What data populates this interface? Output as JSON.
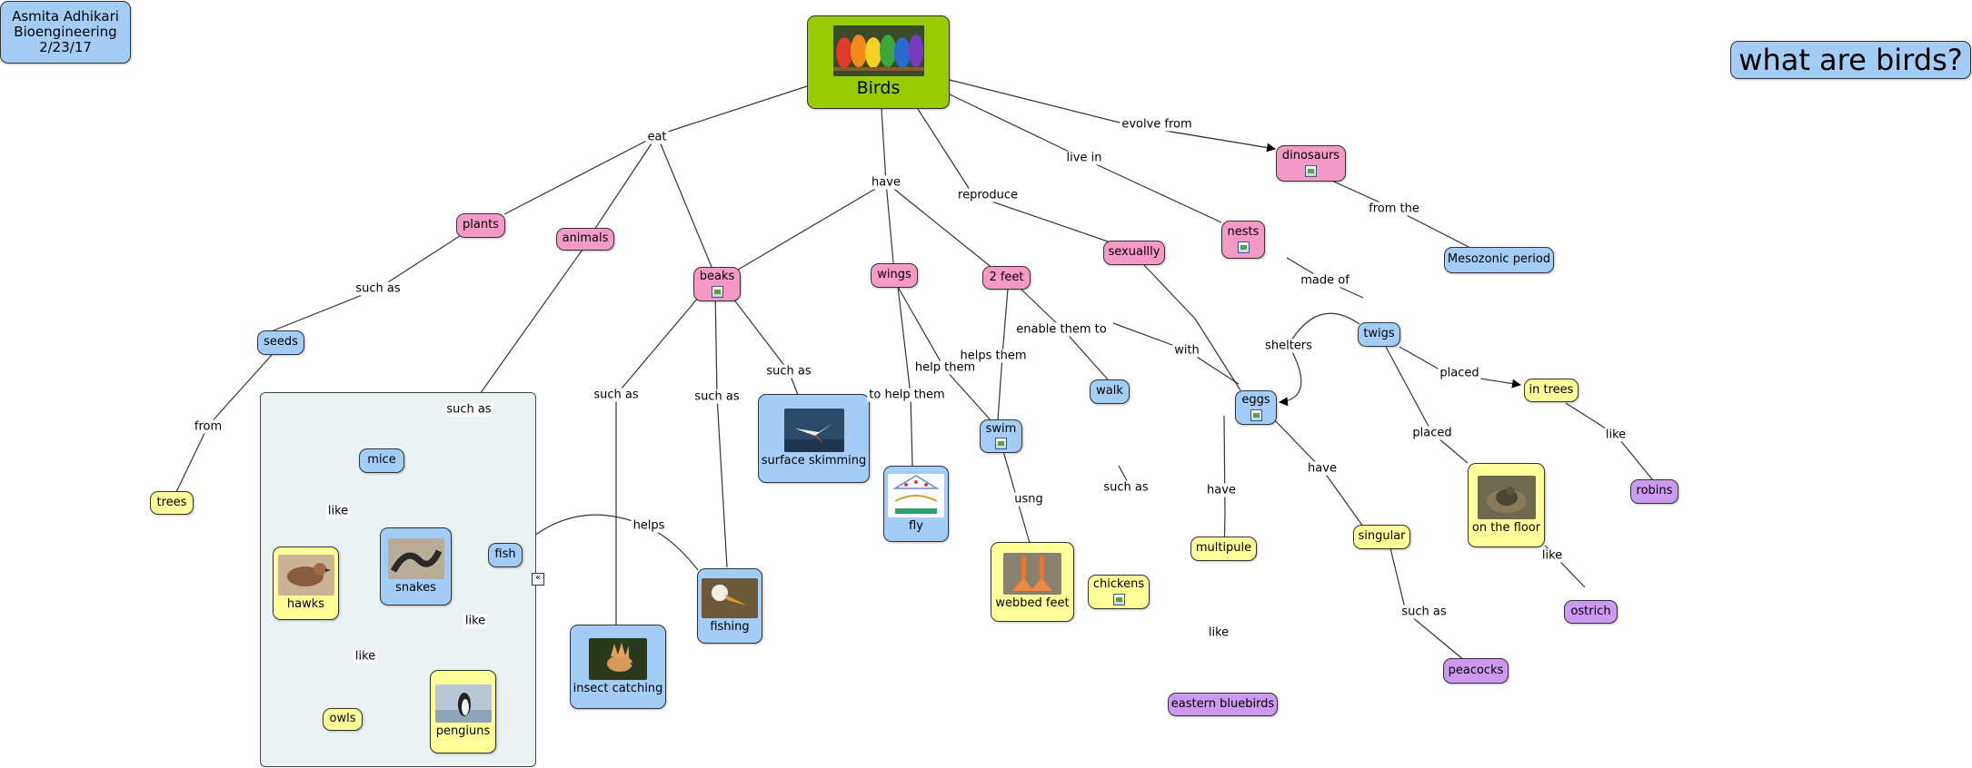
{
  "author": {
    "name": "Asmita Adhikari",
    "dept": "Bioengineering",
    "date": "2/23/17"
  },
  "question": "what are birds?",
  "root": "Birds",
  "nodes": {
    "plants": "plants",
    "animals": "animals",
    "beaks": "beaks",
    "wings": "wings",
    "two_feet": "2 feet",
    "sexually": "sexuallly",
    "nests": "nests",
    "dinosaurs": "dinosaurs",
    "mesozoic": "Mesozonic period",
    "seeds": "seeds",
    "trees": "trees",
    "mice": "mice",
    "hawks": "hawks",
    "snakes": "snakes",
    "owls": "owls",
    "fish": "fish",
    "pengiuns": "pengiuns",
    "insect_catching": "insect catching",
    "fishing": "fishing",
    "surface_skimming": "surface skimming",
    "fly": "fly",
    "swim": "swim",
    "webbed_feet": "webbed feet",
    "walk": "walk",
    "chickens": "chickens",
    "eggs": "eggs",
    "multipule": "multipule",
    "eastern_bluebirds": "eastern bluebirds",
    "singular": "singular",
    "peacocks": "peacocks",
    "twigs": "twigs",
    "in_trees": "in trees",
    "robins": "robins",
    "on_the_floor": "on the floor",
    "ostrich": "ostrich"
  },
  "links": {
    "eat": "eat",
    "have": "have",
    "reproduce": "reproduce",
    "live_in": "live in",
    "evolve_from": "evolve from",
    "from_the": "from the",
    "such_as_plants": "such as",
    "from": "from",
    "such_as_animals": "such as",
    "like_mice": "like",
    "like_snakes": "like",
    "like_fish": "like",
    "helps": "helps",
    "such_as_insect": "such as",
    "such_as_fishing": "such as",
    "such_as_surface": "such as",
    "to_help_them": "to help them",
    "help_them": "help them",
    "helps_them": "helps them",
    "enable_them_to": "enable them to",
    "usng": "usng",
    "such_as_walk": "such as",
    "with": "with",
    "made_of": "made of",
    "shelters": "shelters",
    "have_multipule": "have",
    "have_singular": "have",
    "like_multipule": "like",
    "such_as_singular": "such as",
    "placed_in_trees": "placed",
    "placed_floor": "placed",
    "like_in_trees": "like",
    "like_floor": "like"
  },
  "colors": {
    "concept_pink": "#f59ac6",
    "concept_blue": "#a3cdf6",
    "concept_yellow": "#ffff99",
    "concept_purple": "#cc99ee",
    "root_green": "#99cc00",
    "group_fill": "#eaf2f4"
  }
}
